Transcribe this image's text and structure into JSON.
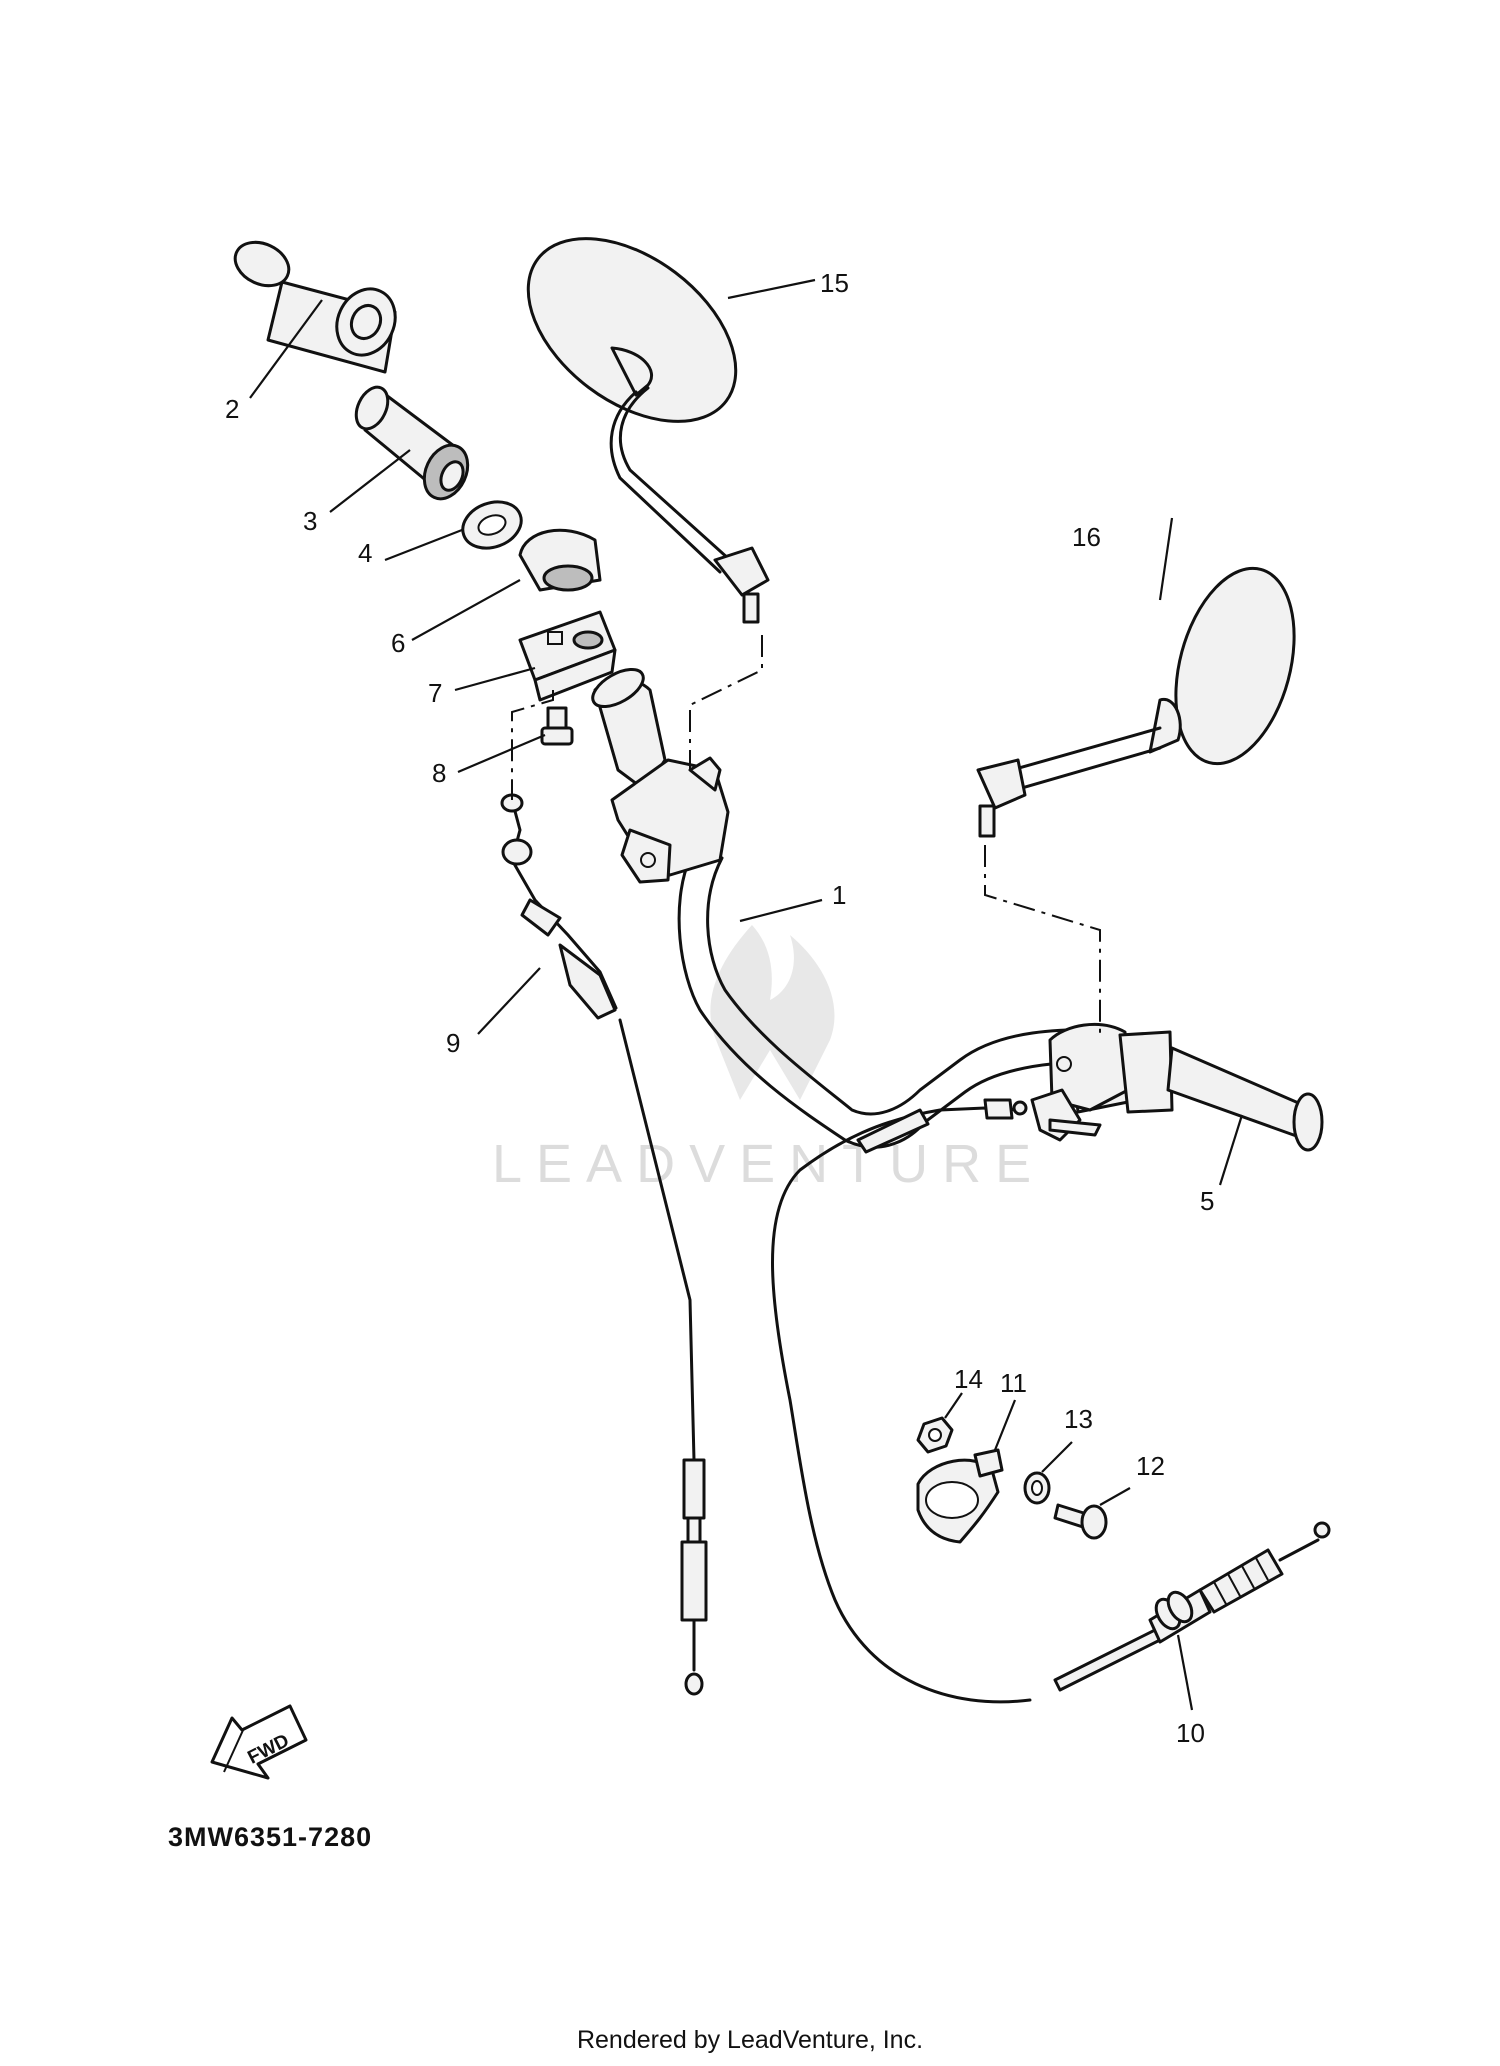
{
  "callouts": {
    "c1": "1",
    "c2": "2",
    "c3": "3",
    "c4": "4",
    "c5": "5",
    "c6": "6",
    "c7": "7",
    "c8": "8",
    "c9": "9",
    "c10": "10",
    "c11": "11",
    "c12": "12",
    "c13": "13",
    "c14": "14",
    "c15": "15",
    "c16": "16"
  },
  "direction_label": "FWD",
  "watermark": "LEADVENTURE",
  "diagram_code": "3MW6351-7280",
  "render_credit": "Rendered by LeadVenture, Inc."
}
